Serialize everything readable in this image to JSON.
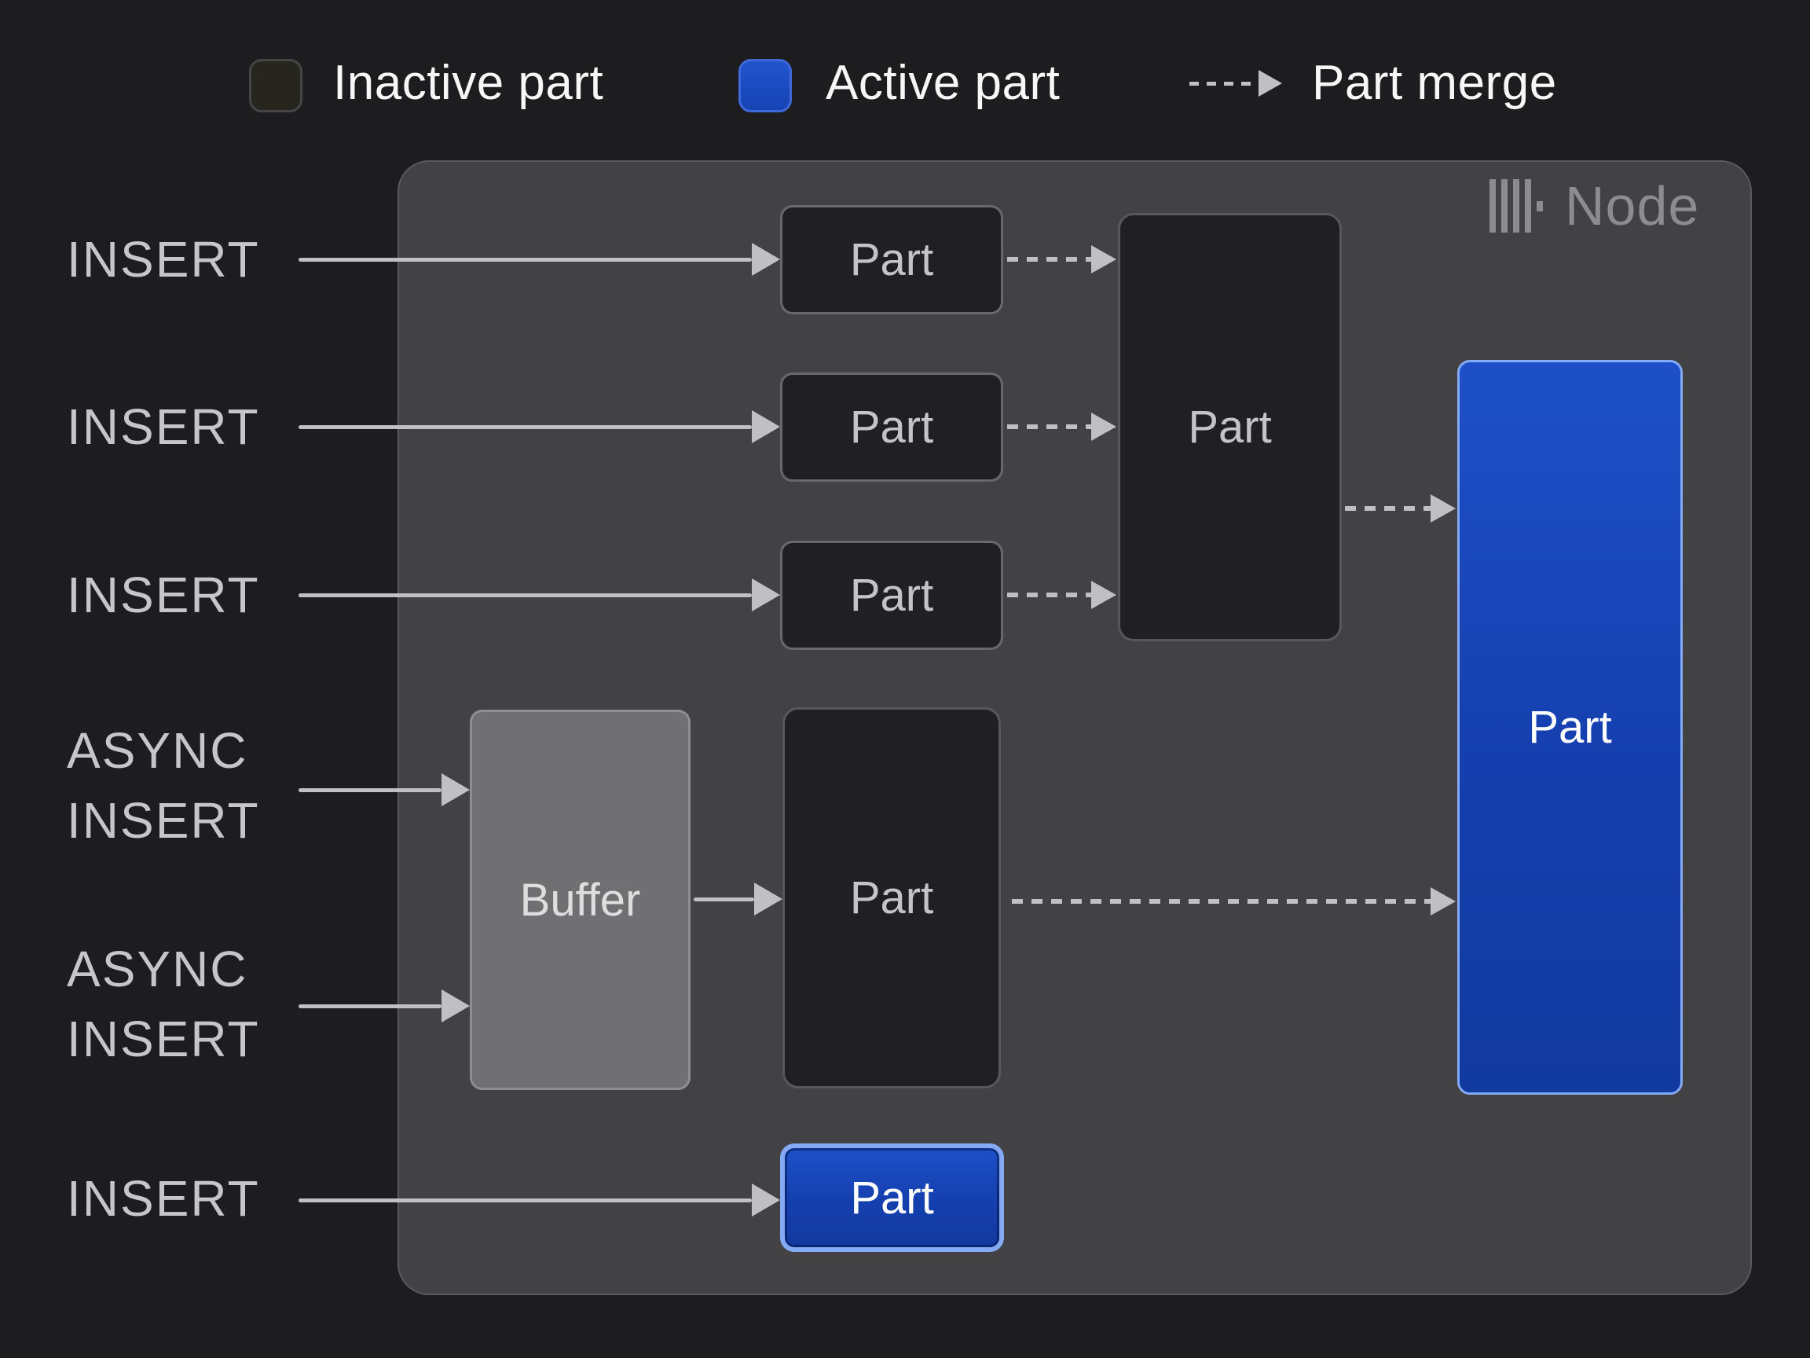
{
  "legend": {
    "inactive_label": "Inactive part",
    "active_label": "Active part",
    "merge_label": "Part merge"
  },
  "node": {
    "title": "Node",
    "icon": "clickhouse-bars-icon"
  },
  "inputs": {
    "insert_row1": "INSERT",
    "insert_row2": "INSERT",
    "insert_row3": "INSERT",
    "async_insert_1": "ASYNC\nINSERT",
    "async_insert_2": "ASYNC\nINSERT",
    "insert_bottom": "INSERT"
  },
  "boxes": {
    "part_row1": "Part",
    "part_row2": "Part",
    "part_row3": "Part",
    "merged_part": "Part",
    "buffer": "Buffer",
    "buffered_part": "Part",
    "active_part_large": "Part",
    "active_part_small": "Part"
  },
  "colors": {
    "background": "#1d1d1f",
    "node_fill": "#424244",
    "inactive_part_fill": "#202022",
    "inactive_part_border": "#68696b",
    "buffer_fill": "#707072",
    "active_part_blue": "#1d50c8",
    "active_part_border": "#84aaf5",
    "arrow": "#c0c0c2",
    "label_text": "#c6c6c8",
    "legend_text": "#f7f7f7"
  }
}
